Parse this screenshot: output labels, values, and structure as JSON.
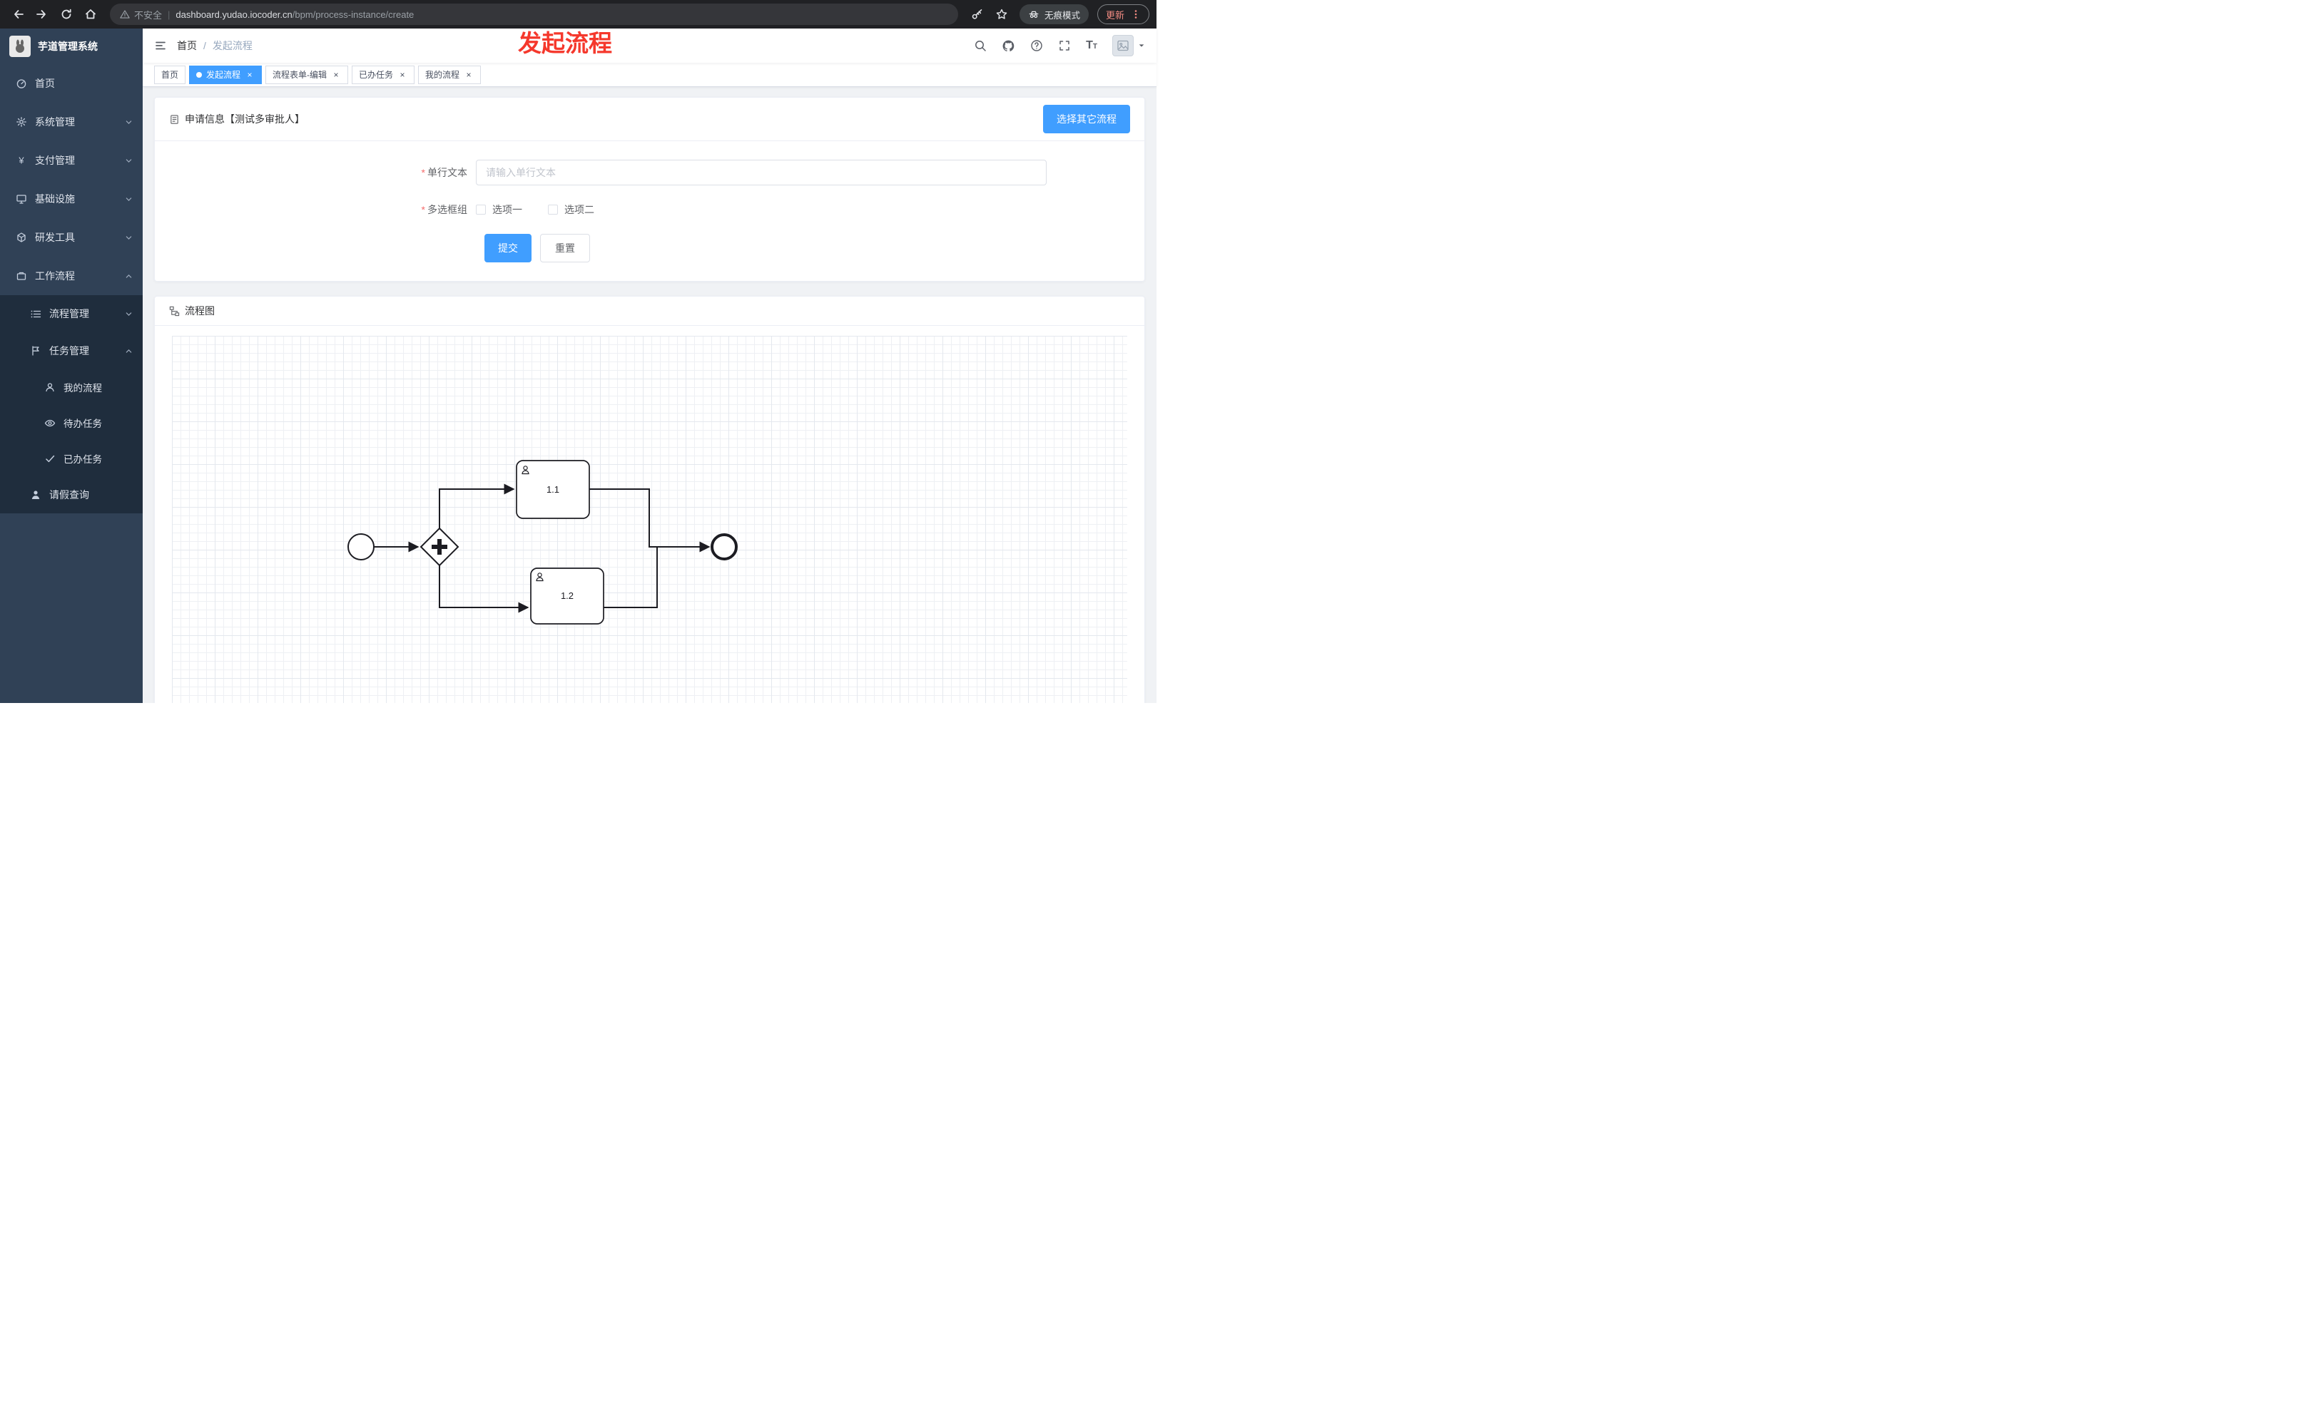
{
  "colors": {
    "primary": "#409eff",
    "sidebar_bg": "#304156",
    "submenu_bg": "#1f2d3d",
    "annotation_red": "#f5382c",
    "update_red": "#f28b82",
    "required_red": "#f56c6c"
  },
  "browser": {
    "not_secure": "不安全",
    "separator": "|",
    "url_domain": "dashboard.yudao.iocoder.cn",
    "url_path": "/bpm/process-instance/create",
    "incognito_label": "无痕模式",
    "update_label": "更新"
  },
  "annotation": "发起流程",
  "sidebar": {
    "logo_title": "芋道管理系统",
    "items": [
      {
        "label": "首页",
        "icon": "dashboard-icon"
      },
      {
        "label": "系统管理",
        "icon": "gear-icon"
      },
      {
        "label": "支付管理",
        "icon": "yen-icon"
      },
      {
        "label": "基础设施",
        "icon": "monitor-icon"
      },
      {
        "label": "研发工具",
        "icon": "cube-icon"
      },
      {
        "label": "工作流程",
        "icon": "briefcase-icon"
      },
      {
        "label": "流程管理",
        "icon": "list-icon"
      },
      {
        "label": "任务管理",
        "icon": "flag-icon"
      },
      {
        "label": "我的流程",
        "icon": "user-icon"
      },
      {
        "label": "待办任务",
        "icon": "eye-icon"
      },
      {
        "label": "已办任务",
        "icon": "check-icon"
      },
      {
        "label": "请假查询",
        "icon": "person-icon"
      }
    ]
  },
  "breadcrumb": {
    "home": "首页",
    "separator": "/",
    "current": "发起流程"
  },
  "tabs": [
    {
      "label": "首页"
    },
    {
      "label": "发起流程"
    },
    {
      "label": "流程表单-编辑"
    },
    {
      "label": "已办任务"
    },
    {
      "label": "我的流程"
    }
  ],
  "form_card": {
    "title": "申请信息【测试多审批人】",
    "select_other_button": "选择其它流程",
    "required_marker": "*",
    "text_field": {
      "label": "单行文本",
      "placeholder": "请输入单行文本"
    },
    "checkbox_field": {
      "label": "多选框组",
      "options": [
        "选项一",
        "选项二"
      ]
    },
    "submit_label": "提交",
    "reset_label": "重置"
  },
  "diagram_card": {
    "title": "流程图",
    "tasks": [
      {
        "label": "1.1"
      },
      {
        "label": "1.2"
      }
    ]
  }
}
